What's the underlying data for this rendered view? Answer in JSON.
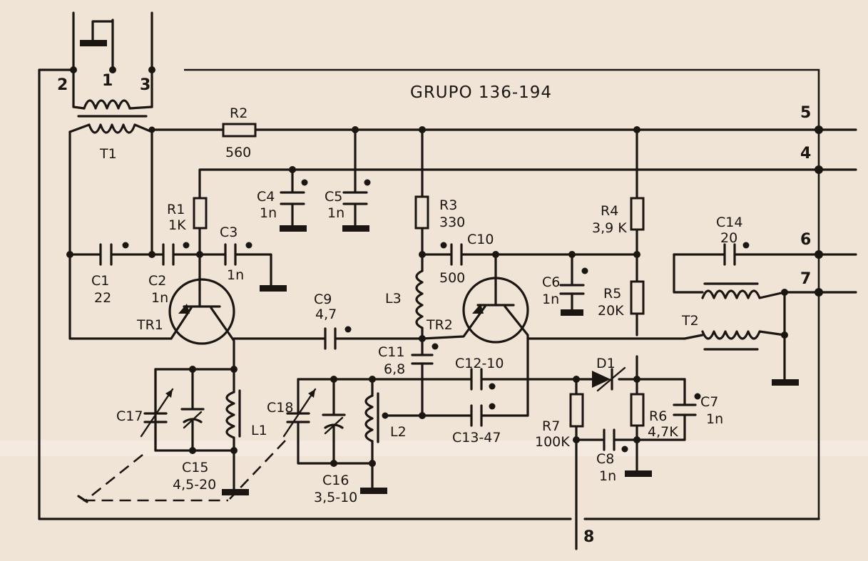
{
  "title": "GRUPO  136-194",
  "terminals": {
    "t1": "1",
    "t2": "2",
    "t3": "3",
    "t4": "4",
    "t5": "5",
    "t6": "6",
    "t7": "7",
    "t8": "8"
  },
  "components": {
    "T1": {
      "ref": "T1"
    },
    "T2": {
      "ref": "T2"
    },
    "R1": {
      "ref": "R1",
      "value": "1K"
    },
    "R2": {
      "ref": "R2",
      "value": "560"
    },
    "R3": {
      "ref": "R3",
      "value": "330"
    },
    "R4": {
      "ref": "R4",
      "value": "3,9 K"
    },
    "R5": {
      "ref": "R5",
      "value": "20K"
    },
    "R6": {
      "ref": "R6",
      "value": "4,7K"
    },
    "R7": {
      "ref": "R7",
      "value": "100K"
    },
    "C1": {
      "ref": "C1",
      "value": "22"
    },
    "C2": {
      "ref": "C2",
      "value": "1n"
    },
    "C3": {
      "ref": "C3",
      "value": "1n"
    },
    "C4": {
      "ref": "C4",
      "value": "1n"
    },
    "C5": {
      "ref": "C5",
      "value": "1n"
    },
    "C6": {
      "ref": "C6",
      "value": "1n"
    },
    "C7": {
      "ref": "C7",
      "value": "1n"
    },
    "C8": {
      "ref": "C8",
      "value": "1n"
    },
    "C9": {
      "ref": "C9",
      "value": "4,7"
    },
    "C10": {
      "ref": "C10",
      "value": "500"
    },
    "C11": {
      "ref": "C11",
      "value": "6,8"
    },
    "C12": {
      "ref": "C12-10"
    },
    "C13": {
      "ref": "C13-47"
    },
    "C14": {
      "ref": "C14",
      "value": "20"
    },
    "C15": {
      "ref": "C15",
      "value": "4,5-20"
    },
    "C16": {
      "ref": "C16",
      "value": "3,5-10"
    },
    "C17": {
      "ref": "C17"
    },
    "C18": {
      "ref": "C18"
    },
    "L1": {
      "ref": "L1"
    },
    "L2": {
      "ref": "L2"
    },
    "L3": {
      "ref": "L3"
    },
    "TR1": {
      "ref": "TR1"
    },
    "TR2": {
      "ref": "TR2"
    },
    "D1": {
      "ref": "D1"
    }
  }
}
